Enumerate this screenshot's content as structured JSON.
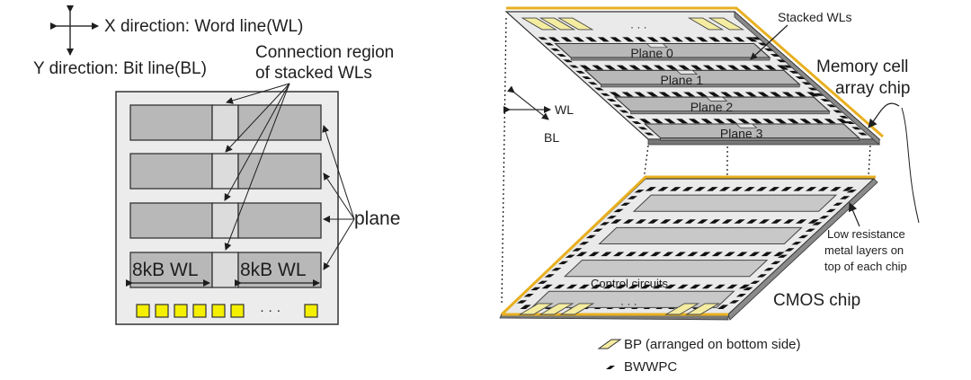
{
  "left_panel": {
    "x_direction_label": "X direction: Word line(WL)",
    "y_direction_label": "Y direction: Bit line(BL)",
    "connection_label_line1": "Connection region",
    "connection_label_line2": "of stacked WLs",
    "plane_label": "plane",
    "wl_size_label_left": "8kB WL",
    "wl_size_label_right": "8kB WL",
    "pad_ellipsis": "· · ·",
    "plane_count": 4,
    "pads_before_ellipsis": 6,
    "pads_after_ellipsis": 1
  },
  "right_panel": {
    "axis_wl_label": "WL",
    "axis_bl_label": "BL",
    "stacked_wls_label": "Stacked WLs",
    "memory_chip_label_line1": "Memory cell",
    "memory_chip_label_line2": "array chip",
    "planes": [
      "Plane 0",
      "Plane 1",
      "Plane 2",
      "Plane 3"
    ],
    "control_circuits_label": "Control circuits",
    "cmos_chip_label": "CMOS chip",
    "metal_layers_line1": "Low resistance",
    "metal_layers_line2": "metal layers on",
    "metal_layers_line3": "top of each chip",
    "top_ellipsis": "· · ·",
    "bottom_ellipsis": "· · ·"
  },
  "legend": {
    "bp_label": "BP (arranged on bottom side)",
    "bwwpc_label": "BWWPC"
  },
  "colors": {
    "pad_yellow": "#f5ef00",
    "bp_pale_yellow": "#f4eca0",
    "chip_edge_gold": "#e8b020",
    "plane_gray": "#b8b8b8",
    "connection_gray": "#dcdcdc",
    "panel_bg": "#ececec"
  }
}
